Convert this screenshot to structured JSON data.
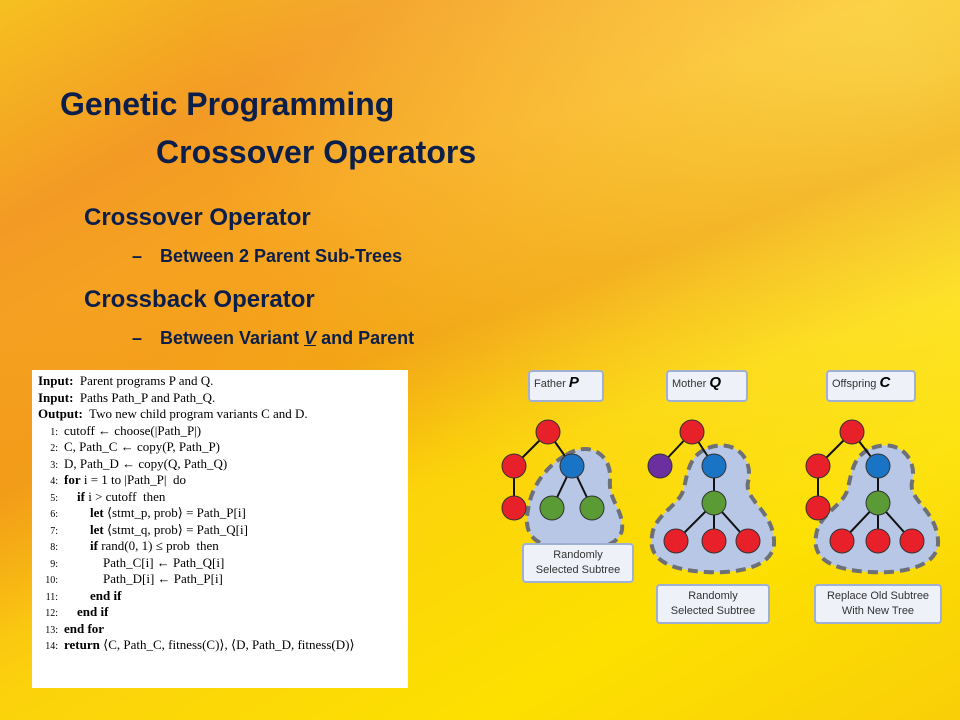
{
  "slide": {
    "title_line1": "Genetic Programming",
    "title_line2": "Crossover Operators",
    "bullets": [
      {
        "text": "Crossover Operator",
        "sub_dash": "–",
        "sub": "Between 2 Parent Sub-Trees"
      },
      {
        "text": "Crossback Operator",
        "sub_dash": "–",
        "sub_pre": "Between Variant ",
        "sub_var": "V",
        "sub_post": " and Parent"
      }
    ]
  },
  "algorithm": {
    "lines": [
      {
        "n": "",
        "k": "Input:",
        "t": "  Parent programs P and Q."
      },
      {
        "n": "",
        "k": "Input:",
        "t": "  Paths Path_P and Path_Q."
      },
      {
        "n": "",
        "k": "Output:",
        "t": "  Two new child program variants C and D."
      },
      {
        "n": "1:",
        "k": "",
        "t": "cutoff ← choose(|Path_P|)"
      },
      {
        "n": "2:",
        "k": "",
        "t": "C, Path_C ← copy(P, Path_P)"
      },
      {
        "n": "3:",
        "k": "",
        "t": "D, Path_D ← copy(Q, Path_Q)"
      },
      {
        "n": "4:",
        "k": "for",
        "t": " i = 1 to |Path_P|  do"
      },
      {
        "n": "5:",
        "k": "    if",
        "t": " i > cutoff  then"
      },
      {
        "n": "6:",
        "k": "        let",
        "t": " ⟨stmt_p, prob⟩ = Path_P[i]"
      },
      {
        "n": "7:",
        "k": "        let",
        "t": " ⟨stmt_q, prob⟩ = Path_Q[i]"
      },
      {
        "n": "8:",
        "k": "        if",
        "t": " rand(0, 1) ≤ prob  then"
      },
      {
        "n": "9:",
        "k": "",
        "t": "            Path_C[i] ← Path_Q[i]"
      },
      {
        "n": "10:",
        "k": "",
        "t": "            Path_D[i] ← Path_P[i]"
      },
      {
        "n": "11:",
        "k": "        end if",
        "t": ""
      },
      {
        "n": "12:",
        "k": "    end if",
        "t": ""
      },
      {
        "n": "13:",
        "k": "end for",
        "t": ""
      },
      {
        "n": "14:",
        "k": "return",
        "t": " ⟨C, Path_C, fitness(C)⟩, ⟨D, Path_D, fitness(D)⟩"
      }
    ]
  },
  "diagram": {
    "labels": [
      {
        "name": "Father",
        "letter": "P"
      },
      {
        "name": "Mother",
        "letter": "Q"
      },
      {
        "name": "Offspring",
        "letter": "C"
      }
    ],
    "captions": [
      {
        "l1": "Randomly",
        "l2": "Selected Subtree"
      },
      {
        "l1": "Randomly",
        "l2": "Selected Subtree"
      },
      {
        "l1": "Replace Old Subtree",
        "l2": "With New Tree"
      }
    ],
    "colors": {
      "red": "#e8202a",
      "blue": "#1a74c6",
      "green": "#5a9b36",
      "purple": "#6b2fa0",
      "blob": "#b8c7e6",
      "blob_border": "#6d7077"
    }
  }
}
